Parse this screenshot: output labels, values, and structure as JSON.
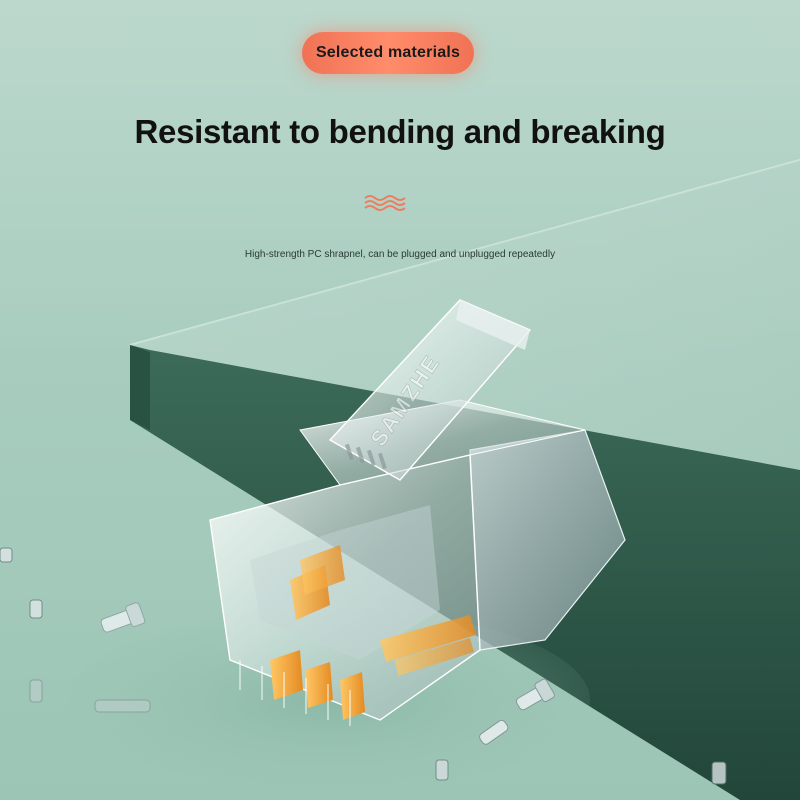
{
  "badge": {
    "label": "Selected materials"
  },
  "headline": "Resistant to bending and breaking",
  "subheadline": "High-strength PC shrapnel, can be plugged and unplugged repeatedly",
  "product": {
    "brand_mark": "SAMZHE"
  },
  "colors": {
    "background": "#a8cdbf",
    "platform": "#2f5b4b",
    "badge": "#f47b5e",
    "wave_accent": "#f07a5c",
    "gold_contacts": "#f3a43c"
  },
  "icons": {
    "wave": "wave-decoration-icon"
  }
}
